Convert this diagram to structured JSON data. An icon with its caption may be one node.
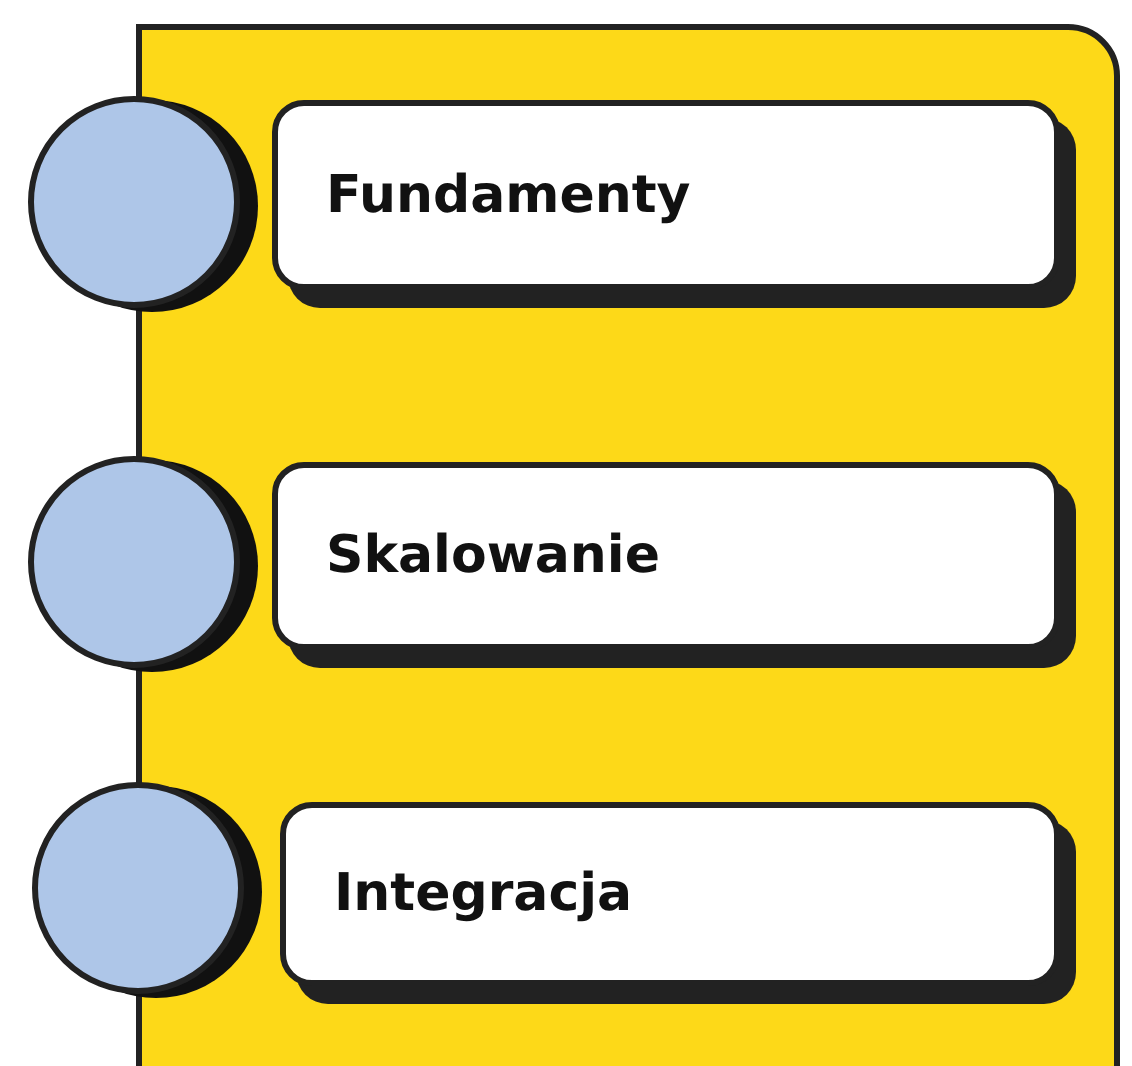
{
  "diagram": {
    "nodes": [
      {
        "text": [],
        "shape": "box"
      },
      {
        "text": [],
        "shape": "circle"
      },
      {
        "text": [
          "Fundamenty"
        ],
        "in": 0
      },
      {
        "text": [],
        "shape": "circle"
      },
      {
        "text": [
          "Skalowanie"
        ],
        "in": 0
      },
      {
        "text": [],
        "shape": "circle"
      },
      {
        "text": [
          "Integracja"
        ],
        "in": 0
      }
    ]
  }
}
